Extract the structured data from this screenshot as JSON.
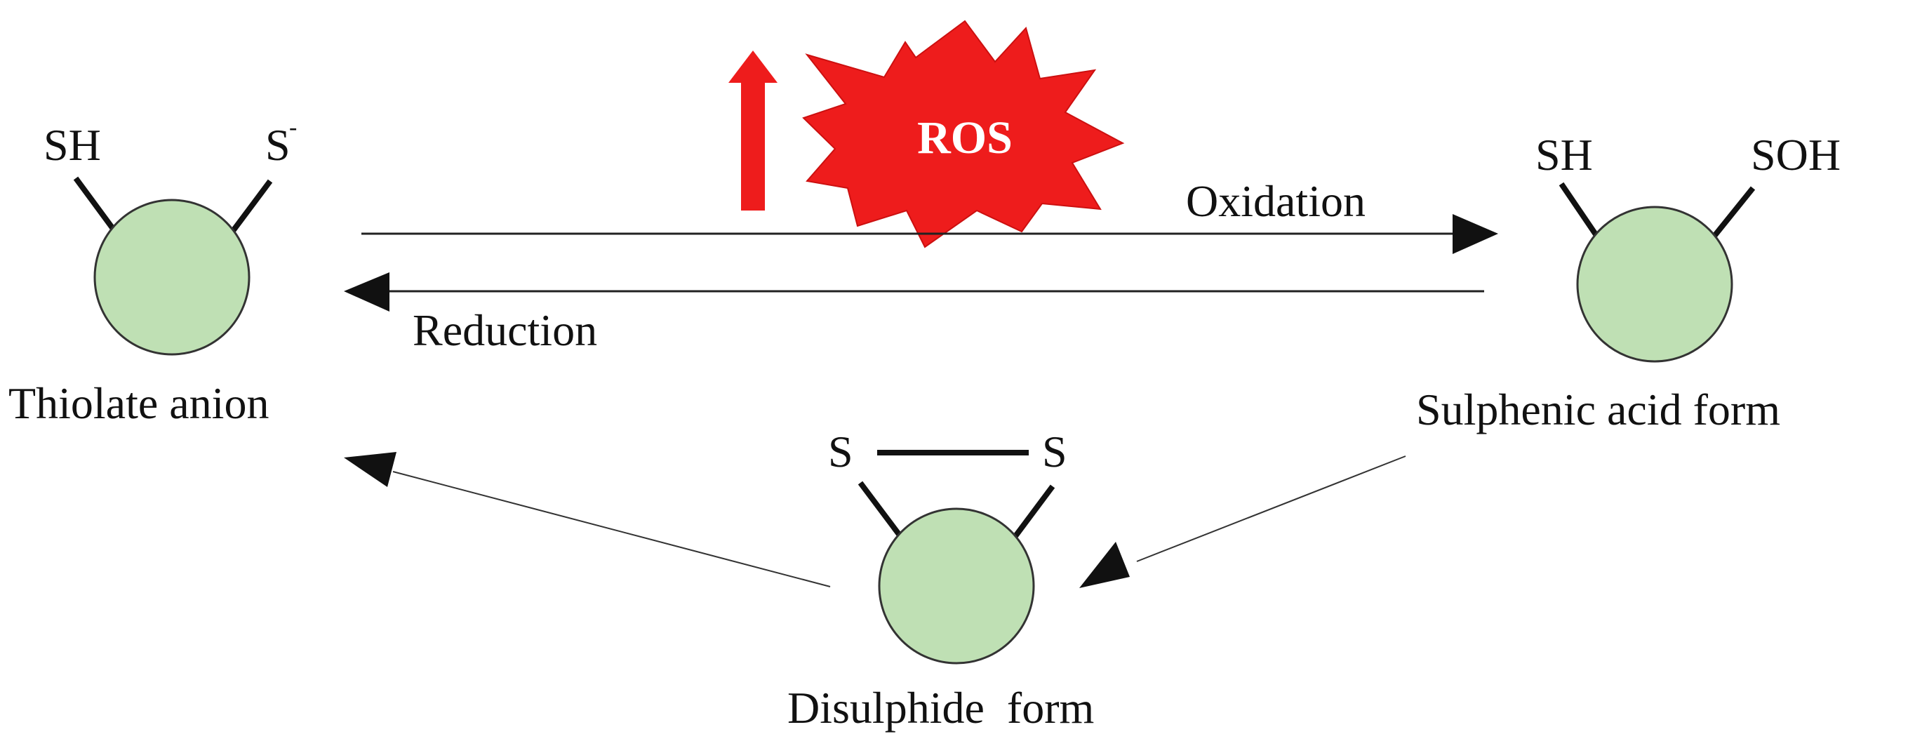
{
  "colors": {
    "protein_fill": "#bfe0b4",
    "protein_stroke": "#333333",
    "ros_red": "#ee1c1c",
    "line": "#222222",
    "text": "#111111"
  },
  "ros": {
    "label": "ROS",
    "arrow_icon": "up-arrow-icon",
    "burst_icon": "starburst-icon"
  },
  "nodes": {
    "thiolate": {
      "name": "Thiolate anion",
      "left_group": "SH",
      "right_group": "S",
      "right_charge": "-"
    },
    "sulphenic": {
      "name": "Sulphenic acid form",
      "left_group": "SH",
      "right_group": "SOH"
    },
    "disulphide": {
      "name": "Disulphide  form",
      "left_group": "S",
      "right_group": "S"
    }
  },
  "edges": {
    "oxidation": "Oxidation",
    "reduction": "Reduction"
  }
}
